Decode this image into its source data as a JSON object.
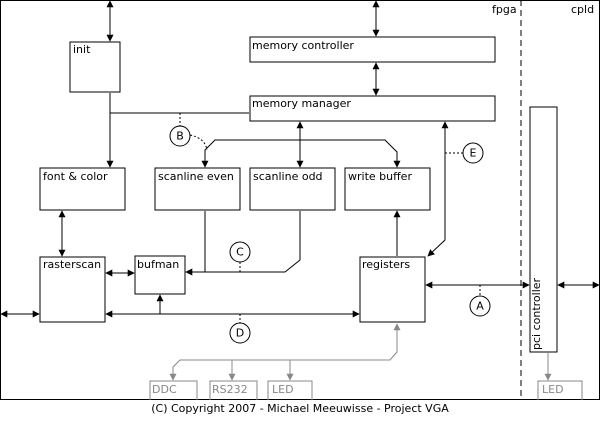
{
  "regions": {
    "fpga": "fpga",
    "cpld": "cpld"
  },
  "blocks": {
    "init": "init",
    "memory_controller": "memory controller",
    "memory_manager": "memory manager",
    "font_color": "font & color",
    "scanline_even": "scanline even",
    "scanline_odd": "scanline odd",
    "write_buffer": "write buffer",
    "rasterscan": "rasterscan",
    "bufman": "bufman",
    "registers": "registers",
    "pci_controller": "pci controller"
  },
  "outputs": {
    "ddc": "DDC",
    "rs232": "RS232",
    "led_fpga": "LED",
    "led_cpld": "LED"
  },
  "markers": {
    "a": "A",
    "b": "B",
    "c": "C",
    "d": "D",
    "e": "E"
  },
  "footer": "(C) Copyright 2007 - Michael Meeuwisse - Project VGA",
  "colors": {
    "line": "#000000",
    "grey": "#888888"
  }
}
